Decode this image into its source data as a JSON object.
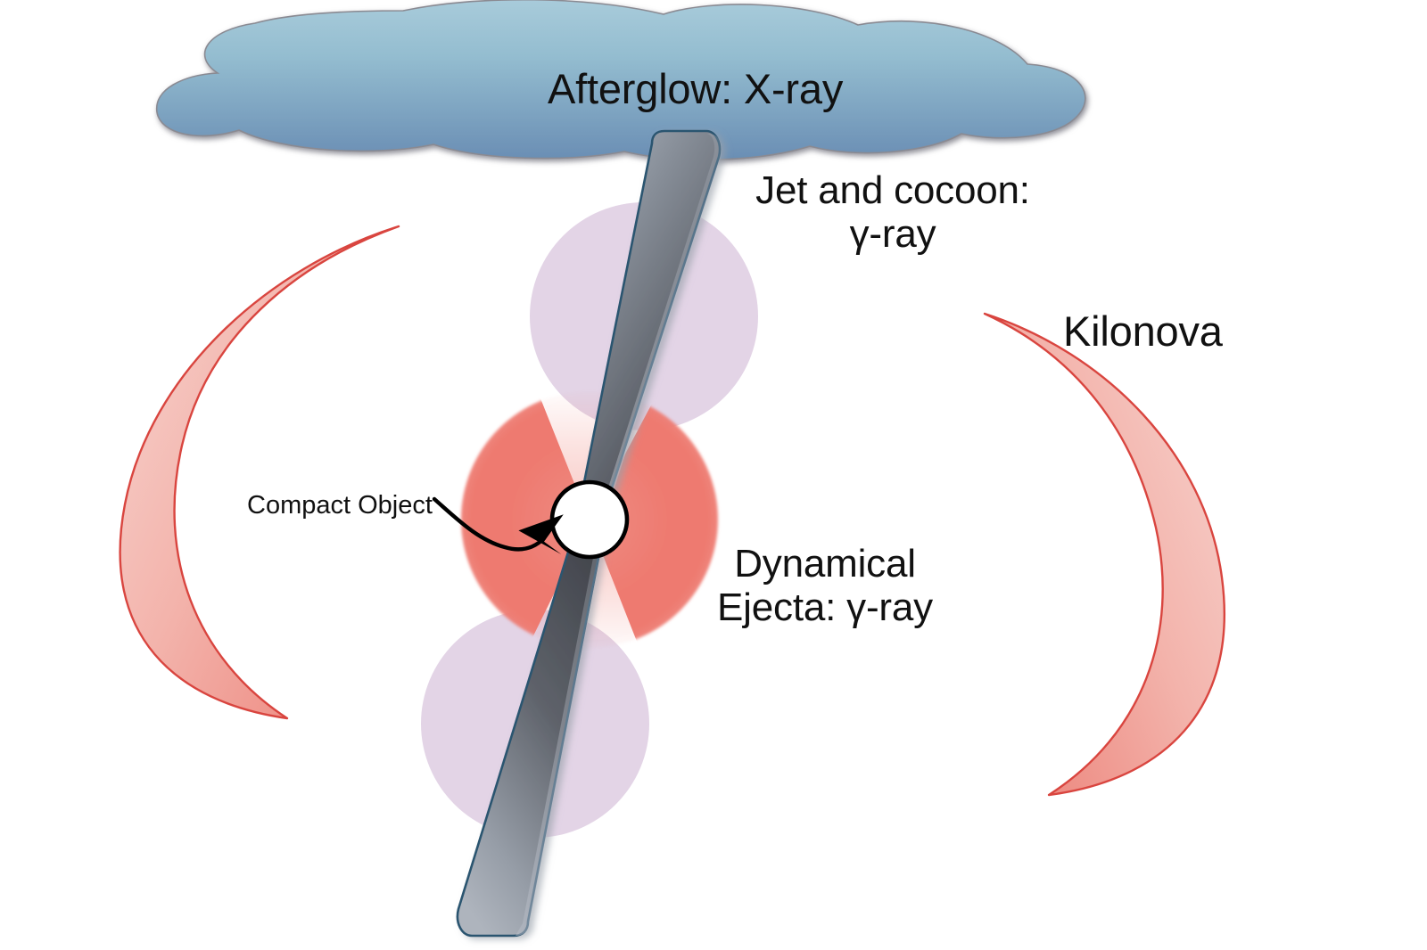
{
  "figure": {
    "kind": "astrophysical-schematic",
    "subject": "Binary neutron star merger: jet, cocoon, dynamical ejecta, kilonova and afterglow",
    "background_color": "#ffffff"
  },
  "labels": {
    "afterglow": "Afterglow: X-ray",
    "jet_cocoon_line1": "Jet and cocoon:",
    "jet_cocoon_line2": "γ-ray",
    "kilonova": "Kilonova",
    "dynamical_ejecta_line1": "Dynamical",
    "dynamical_ejecta_line2": "Ejecta: γ-ray",
    "compact_object": "Compact Object"
  },
  "components": {
    "afterglow_cloud": {
      "name": "Afterglow: X-ray",
      "shape": "cloud",
      "fill_top": "#9CC2D4",
      "fill_bottom": "#6B8FB4",
      "outline": "#8A8A92"
    },
    "jet_top": {
      "name": "Relativistic jet (upper)",
      "shape": "tapered-cone",
      "fill_top": "#9AA3AE",
      "fill_bottom": "#474A52",
      "outline": "#2C5470"
    },
    "jet_bottom": {
      "name": "Relativistic jet (lower)",
      "shape": "tapered-cone",
      "fill_top": "#474A52",
      "fill_bottom": "#A8AEB8",
      "outline": "#2C5470"
    },
    "cocoon_top": {
      "name": "Cocoon (upper)",
      "shape": "circle",
      "fill": "#E3D4E6"
    },
    "cocoon_bottom": {
      "name": "Cocoon (lower)",
      "shape": "circle",
      "fill": "#E3D4E6"
    },
    "dynamical_ejecta": {
      "name": "Dynamical Ejecta: γ-ray",
      "shape": "circle-with-polar-funnels",
      "fill": "#EF7C72"
    },
    "compact_object": {
      "name": "Compact Object",
      "shape": "circle",
      "fill": "#ffffff",
      "outline": "#000000"
    },
    "kilonova_left": {
      "name": "Kilonova (left crescent)",
      "shape": "crescent",
      "fill_light": "#F6C9C3",
      "fill_dark": "#EE8179",
      "outline": "#D9453F"
    },
    "kilonova_right": {
      "name": "Kilonova (right crescent)",
      "shape": "crescent",
      "fill_light": "#F6C9C3",
      "fill_dark": "#EE8179",
      "outline": "#D9453F"
    },
    "compact_object_pointer": {
      "name": "Curved arrow from label to compact object",
      "shape": "curved-arrow",
      "color": "#000000"
    }
  },
  "colors": {
    "cloud_blue_light": "#9CC2D4",
    "cloud_blue_dark": "#6B8FB4",
    "cocoon_lilac": "#E3D4E6",
    "ejecta_red": "#EF7C72",
    "kilonova_pink": "#F6C9C3",
    "kilonova_outline": "#D9453F",
    "jet_outline": "#2C5470",
    "text_black": "#111111"
  }
}
